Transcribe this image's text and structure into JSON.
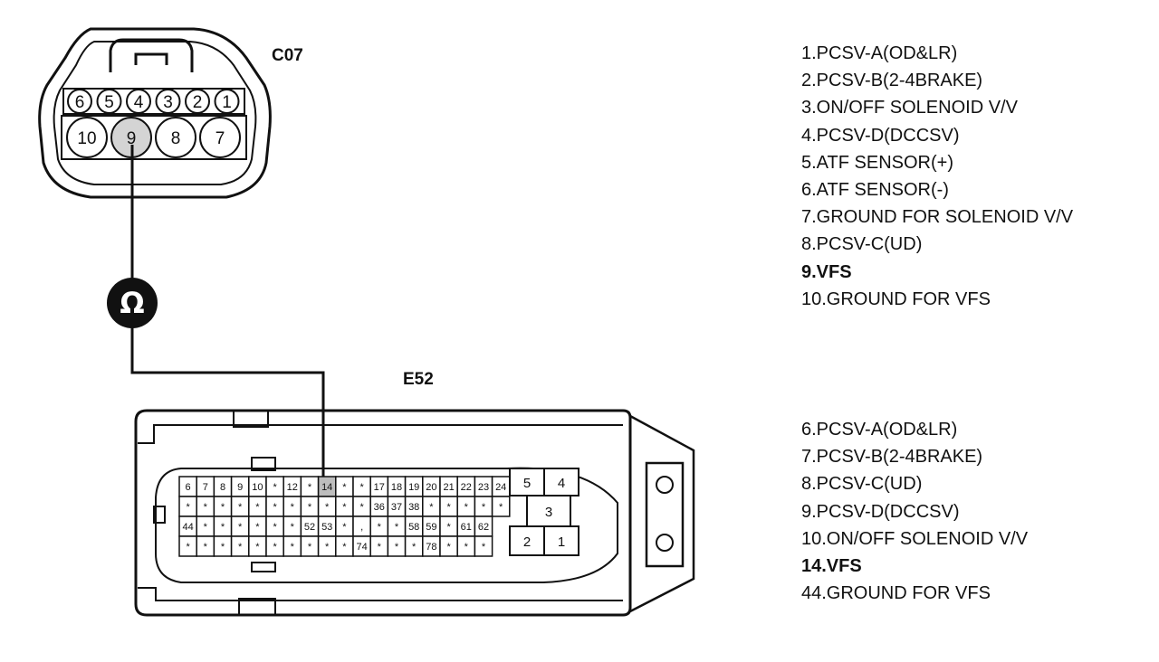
{
  "c07": {
    "label": "C07",
    "top_pins": [
      "6",
      "5",
      "4",
      "3",
      "2",
      "1"
    ],
    "bottom_pins": [
      "10",
      "9",
      "8",
      "7"
    ],
    "highlight_pin": "9"
  },
  "meter": {
    "symbol": "Ω"
  },
  "e52": {
    "label": "E52",
    "grid_rows": [
      [
        "6",
        "7",
        "8",
        "9",
        "10",
        "*",
        "12",
        "*",
        "14",
        "*",
        "*",
        "17",
        "18",
        "19",
        "20",
        "21",
        "22",
        "23",
        "24"
      ],
      [
        "*",
        "*",
        "*",
        "*",
        "*",
        "*",
        "*",
        "*",
        "*",
        "*",
        "*",
        "36",
        "37",
        "38",
        "*",
        "*",
        "*",
        "*",
        "*"
      ],
      [
        "44",
        "*",
        "*",
        "*",
        "*",
        "*",
        "*",
        "52",
        "53",
        "*",
        ",",
        "*",
        "*",
        "58",
        "59",
        "*",
        "61",
        "62",
        ""
      ],
      [
        "*",
        "*",
        "*",
        "*",
        "*",
        "*",
        "*",
        "*",
        "*",
        "*",
        "74",
        "*",
        "*",
        "*",
        "78",
        "*",
        "*",
        "*",
        ""
      ]
    ],
    "highlight_pin": "14",
    "big_pins": [
      "5",
      "4",
      "3",
      "2",
      "1"
    ]
  },
  "c07_legend": [
    {
      "text": "1.PCSV-A(OD&LR)",
      "bold": false
    },
    {
      "text": "2.PCSV-B(2-4BRAKE)",
      "bold": false
    },
    {
      "text": "3.ON/OFF SOLENOID V/V",
      "bold": false
    },
    {
      "text": "4.PCSV-D(DCCSV)",
      "bold": false
    },
    {
      "text": "5.ATF SENSOR(+)",
      "bold": false
    },
    {
      "text": "6.ATF SENSOR(-)",
      "bold": false
    },
    {
      "text": "7.GROUND FOR SOLENOID V/V",
      "bold": false
    },
    {
      "text": "8.PCSV-C(UD)",
      "bold": false
    },
    {
      "text": "9.VFS",
      "bold": true
    },
    {
      "text": "10.GROUND FOR VFS",
      "bold": false
    }
  ],
  "e52_legend": [
    {
      "text": "6.PCSV-A(OD&LR)",
      "bold": false
    },
    {
      "text": "7.PCSV-B(2-4BRAKE)",
      "bold": false
    },
    {
      "text": "8.PCSV-C(UD)",
      "bold": false
    },
    {
      "text": "9.PCSV-D(DCCSV)",
      "bold": false
    },
    {
      "text": "10.ON/OFF SOLENOID V/V",
      "bold": false
    },
    {
      "text": "14.VFS",
      "bold": true
    },
    {
      "text": "44.GROUND FOR VFS",
      "bold": false
    }
  ]
}
